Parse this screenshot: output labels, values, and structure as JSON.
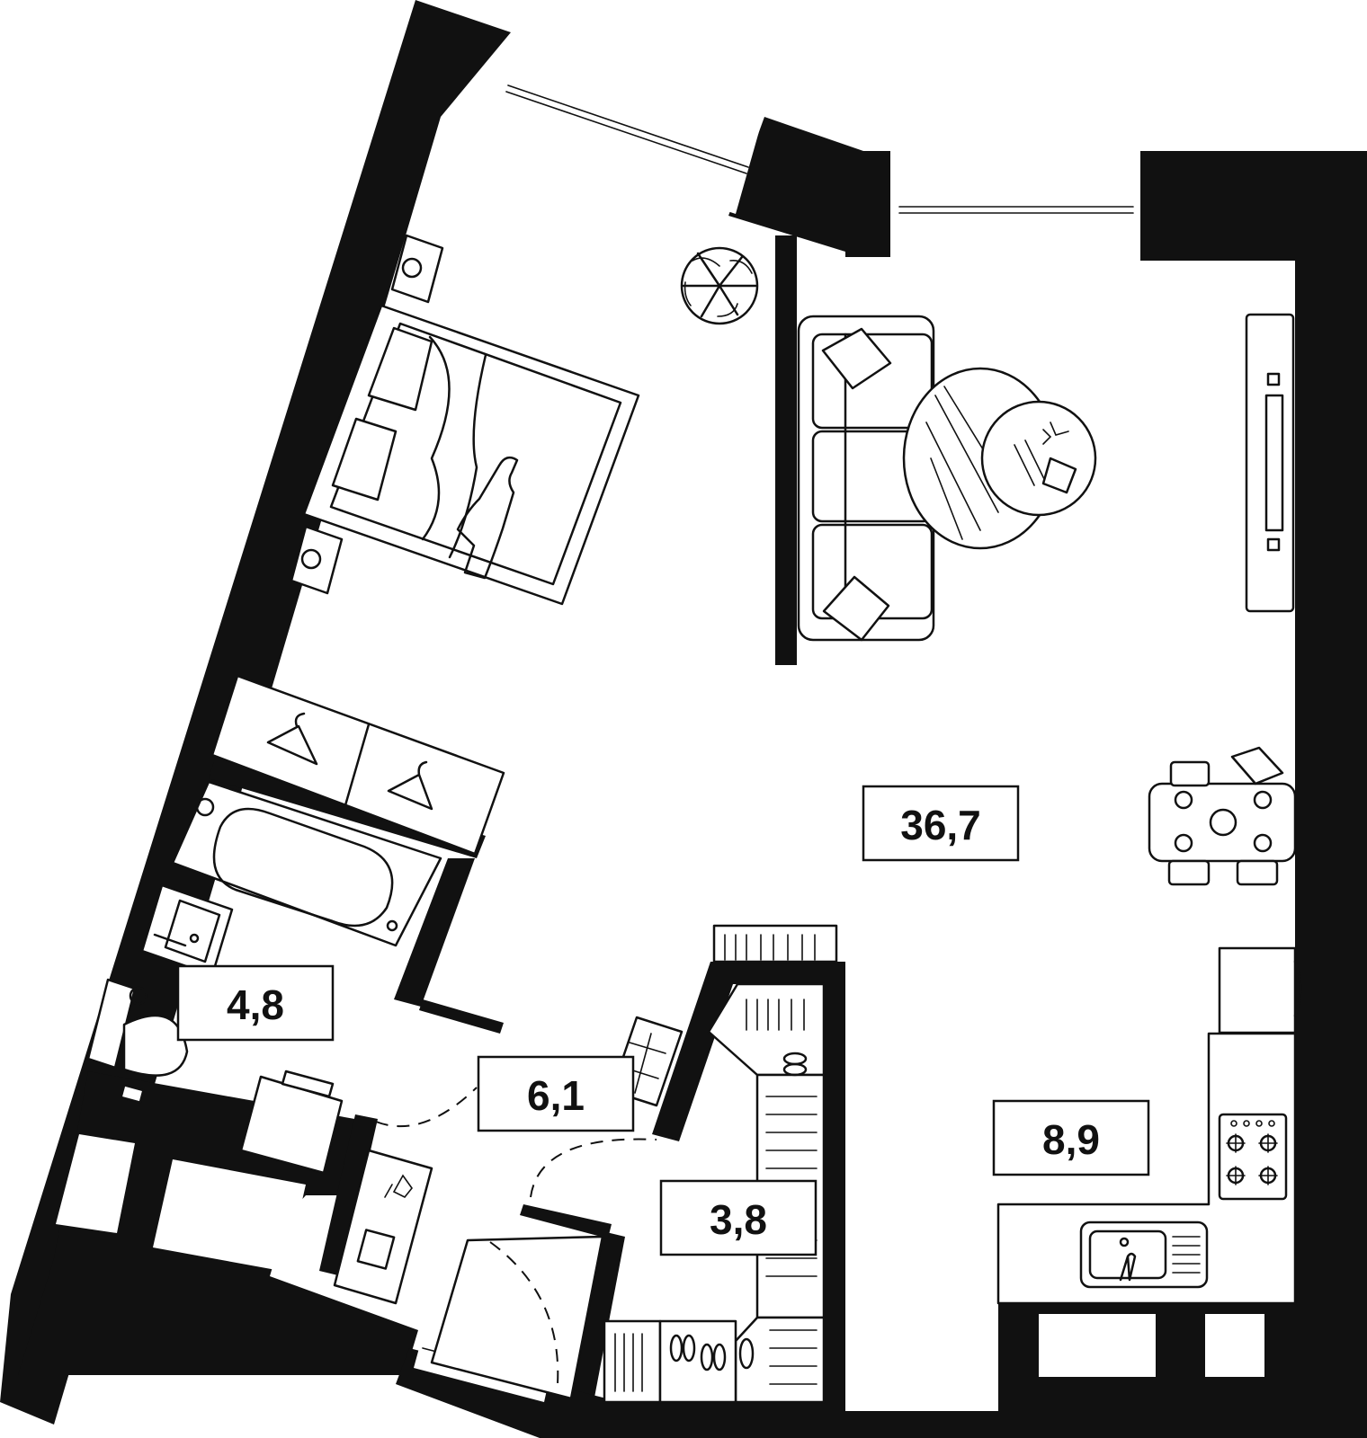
{
  "rooms": [
    {
      "id": "living",
      "area": "36,7"
    },
    {
      "id": "bathroom",
      "area": "4,8"
    },
    {
      "id": "hallway",
      "area": "6,1"
    },
    {
      "id": "wardrobe",
      "area": "3,8"
    },
    {
      "id": "kitchen",
      "area": "8,9"
    }
  ],
  "colors": {
    "wall": "#111111",
    "background": "#ffffff"
  },
  "icons": [
    "plant-icon",
    "bed-icon",
    "sofa-icon",
    "tv-icon",
    "dining-table-icon",
    "bathtub-icon",
    "washbasin-icon",
    "toilet-icon",
    "washing-machine-icon",
    "stove-icon",
    "sink-icon",
    "fridge-icon",
    "hanger-icon",
    "shoes-icon"
  ]
}
